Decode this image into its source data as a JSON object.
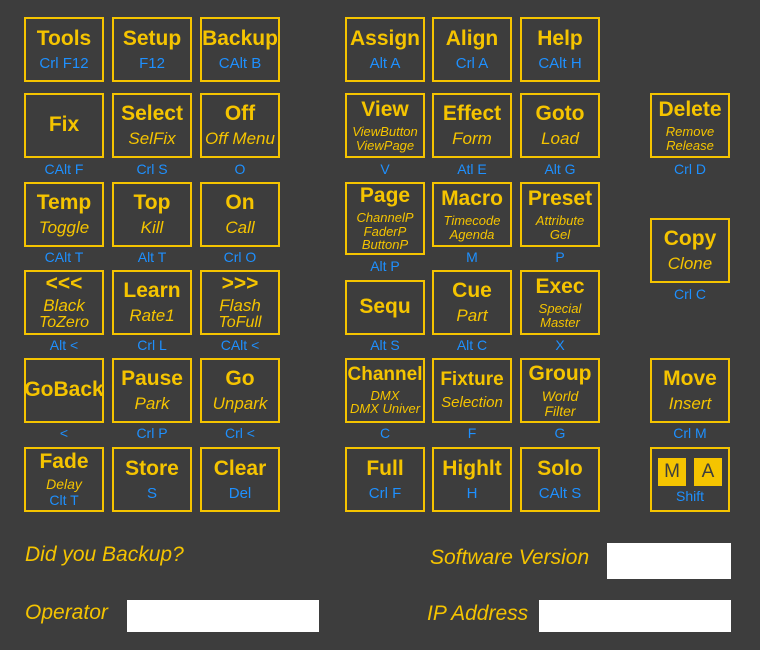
{
  "keys": {
    "tools": {
      "main": "Tools",
      "shortcut": "Crl F12"
    },
    "setup": {
      "main": "Setup",
      "shortcut": "F12"
    },
    "backup": {
      "main": "Backup",
      "shortcut": "CAlt B"
    },
    "assign": {
      "main": "Assign",
      "shortcut": "Alt A"
    },
    "align": {
      "main": "Align",
      "shortcut": "Crl A"
    },
    "help": {
      "main": "Help",
      "shortcut": "CAlt H"
    },
    "fix": {
      "main": "Fix",
      "below": "CAlt F"
    },
    "select": {
      "main": "Select",
      "sub": "SelFix",
      "below": "Crl S"
    },
    "off": {
      "main": "Off",
      "sub": "Off Menu",
      "below": "O"
    },
    "view": {
      "main": "View",
      "sub1": "ViewButton",
      "sub2": "ViewPage",
      "below": "V"
    },
    "effect": {
      "main": "Effect",
      "sub": "Form",
      "below": "Atl E"
    },
    "goto": {
      "main": "Goto",
      "sub": "Load",
      "below": "Alt G"
    },
    "delete": {
      "main": "Delete",
      "sub1": "Remove",
      "sub2": "Release",
      "below": "Crl D"
    },
    "temp": {
      "main": "Temp",
      "sub": "Toggle",
      "below": "CAlt T"
    },
    "top": {
      "main": "Top",
      "sub": "Kill",
      "below": "Alt T"
    },
    "on": {
      "main": "On",
      "sub": "Call",
      "below": "Crl O"
    },
    "page": {
      "main": "Page",
      "sub1": "ChannelP",
      "sub2": "FaderP",
      "sub3": "ButtonP",
      "below": "Alt P"
    },
    "macro": {
      "main": "Macro",
      "sub1": "Timecode",
      "sub2": "Agenda",
      "below": "M"
    },
    "preset": {
      "main": "Preset",
      "sub1": "Attribute",
      "sub2": "Gel",
      "below": "P"
    },
    "copy": {
      "main": "Copy",
      "sub": "Clone",
      "below": "Crl C"
    },
    "prev": {
      "main": "<<<",
      "sub1": "Black",
      "sub2": "ToZero",
      "below": "Alt <"
    },
    "learn": {
      "main": "Learn",
      "sub": "Rate1",
      "below": "Crl L"
    },
    "next": {
      "main": ">>>",
      "sub1": "Flash",
      "sub2": "ToFull",
      "below": "CAlt <"
    },
    "sequ": {
      "main": "Sequ",
      "below": "Alt S"
    },
    "cue": {
      "main": "Cue",
      "sub": "Part",
      "below": "Alt C"
    },
    "exec": {
      "main": "Exec",
      "sub1": "Special",
      "sub2": "Master",
      "below": "X"
    },
    "goback": {
      "main": "GoBack",
      "below": "<"
    },
    "pause": {
      "main": "Pause",
      "sub": "Park",
      "below": "Crl P"
    },
    "go": {
      "main": "Go",
      "sub": "Unpark",
      "below": "Crl <"
    },
    "channel": {
      "main": "Channel",
      "sub1": "DMX",
      "sub2": "DMX Univer",
      "below": "C"
    },
    "fixture": {
      "main": "Fixture",
      "sub": "Selection",
      "below": "F"
    },
    "group": {
      "main": "Group",
      "sub1": "World",
      "sub2": "Filter",
      "below": "G"
    },
    "move": {
      "main": "Move",
      "sub": "Insert",
      "below": "Crl M"
    },
    "fade": {
      "main": "Fade",
      "sub1": "Delay",
      "sub2": "Clt T"
    },
    "store": {
      "main": "Store",
      "shortcut": "S"
    },
    "clear": {
      "main": "Clear",
      "shortcut": "Del"
    },
    "full": {
      "main": "Full",
      "shortcut": "Crl F"
    },
    "highlt": {
      "main": "Highlt",
      "shortcut": "H"
    },
    "solo": {
      "main": "Solo",
      "shortcut": "CAlt S"
    },
    "ma": {
      "m": "M",
      "a": "A",
      "shift": "Shift"
    }
  },
  "footer": {
    "backup_question": "Did you Backup?",
    "software_version_label": "Software Version",
    "software_version_value": "",
    "operator_label": "Operator",
    "operator_value": "",
    "ip_address_label": "IP Address",
    "ip_address_value": ""
  },
  "colors": {
    "background": "#3d3d3d",
    "key": "#f5c400",
    "shortcut": "#1e90ff",
    "field": "#ffffff"
  }
}
